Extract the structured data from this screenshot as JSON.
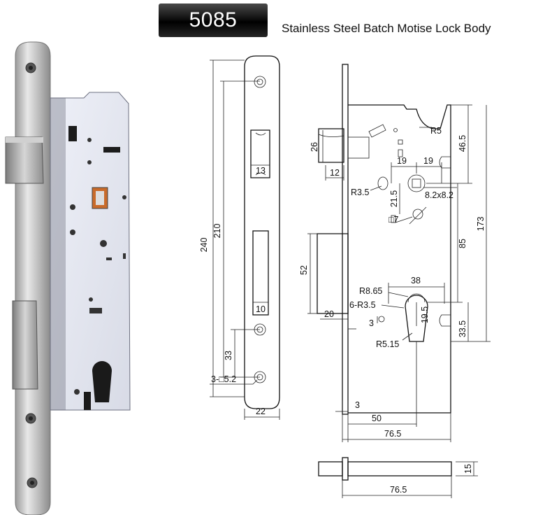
{
  "model": "5085",
  "title": "Stainless Steel Batch Motise Lock Body",
  "dimensions": {
    "d240": "240",
    "d210": "210",
    "d13": "13",
    "d10": "10",
    "d33": "33",
    "d3_5_2": "3-□5.2",
    "d22": "22",
    "d26": "26",
    "d12": "12",
    "r5": "R5",
    "d46_5": "46.5",
    "d19a": "19",
    "d19b": "19",
    "r3_5": "R3.5",
    "d21_5": "21.5",
    "d8_2": "8.2x8.2",
    "d7": "□7",
    "d173": "173",
    "d85": "85",
    "d52": "52",
    "d38": "38",
    "r8_65": "R8.65",
    "r6_3_5": "6-R3.5",
    "d20": "20",
    "d19_5": "19.5",
    "d3": "3",
    "d33_5": "33.5",
    "r5_15": "R5.15",
    "d3b": "3",
    "d50": "50",
    "d76_5a": "76.5",
    "d15": "15",
    "d76_5b": "76.5"
  }
}
